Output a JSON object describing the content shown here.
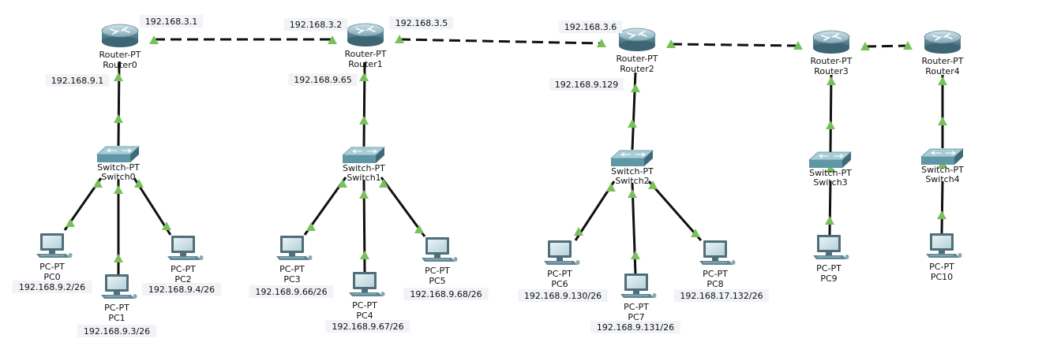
{
  "devices": {
    "router0": {
      "type": "Router-PT",
      "name": "Router0"
    },
    "router1": {
      "type": "Router-PT",
      "name": "Router1"
    },
    "router2": {
      "type": "Router-PT",
      "name": "Router2"
    },
    "router3": {
      "type": "Router-PT",
      "name": "Router3"
    },
    "router4": {
      "type": "Router-PT",
      "name": "Router4"
    },
    "switch0": {
      "type": "Switch-PT",
      "name": "Switch0"
    },
    "switch1": {
      "type": "Switch-PT",
      "name": "Switch1"
    },
    "switch2": {
      "type": "Switch-PT",
      "name": "Switch2"
    },
    "switch3": {
      "type": "Switch-PT",
      "name": "Switch3"
    },
    "switch4": {
      "type": "Switch-PT",
      "name": "Switch4"
    },
    "pc0": {
      "type": "PC-PT",
      "name": "PC0"
    },
    "pc1": {
      "type": "PC-PT",
      "name": "PC1"
    },
    "pc2": {
      "type": "PC-PT",
      "name": "PC2"
    },
    "pc3": {
      "type": "PC-PT",
      "name": "PC3"
    },
    "pc4": {
      "type": "PC-PT",
      "name": "PC4"
    },
    "pc5": {
      "type": "PC-PT",
      "name": "PC5"
    },
    "pc6": {
      "type": "PC-PT",
      "name": "PC6"
    },
    "pc7": {
      "type": "PC-PT",
      "name": "PC7"
    },
    "pc8": {
      "type": "PC-PT",
      "name": "PC8"
    },
    "pc9": {
      "type": "PC-PT",
      "name": "PC9"
    },
    "pc10": {
      "type": "PC-PT",
      "name": "PC10"
    }
  },
  "ip_labels": {
    "r0_wan": "192.168.3.1",
    "r1_wan_left": "192.168.3.2",
    "r1_wan_right": "192.168.3.5",
    "r2_wan": "192.168.3.6",
    "r0_lan": "192.168.9.1",
    "r1_lan": "192.168.9.65",
    "r2_lan": "192.168.9.129",
    "pc0": "192.168.9.2/26",
    "pc1": "192.168.9.3/26",
    "pc2": "192.168.9.4/26",
    "pc3": "192.168.9.66/26",
    "pc4": "192.168.9.67/26",
    "pc5": "192.168.9.68/26",
    "pc6": "192.168.9.130/26",
    "pc7": "192.168.9.131/26",
    "pc8": "192.168.17.132/26"
  },
  "colors": {
    "link_indicator": "#79c05a",
    "device_teal": "#5f97a6",
    "label_background": "#f1f3f7"
  }
}
